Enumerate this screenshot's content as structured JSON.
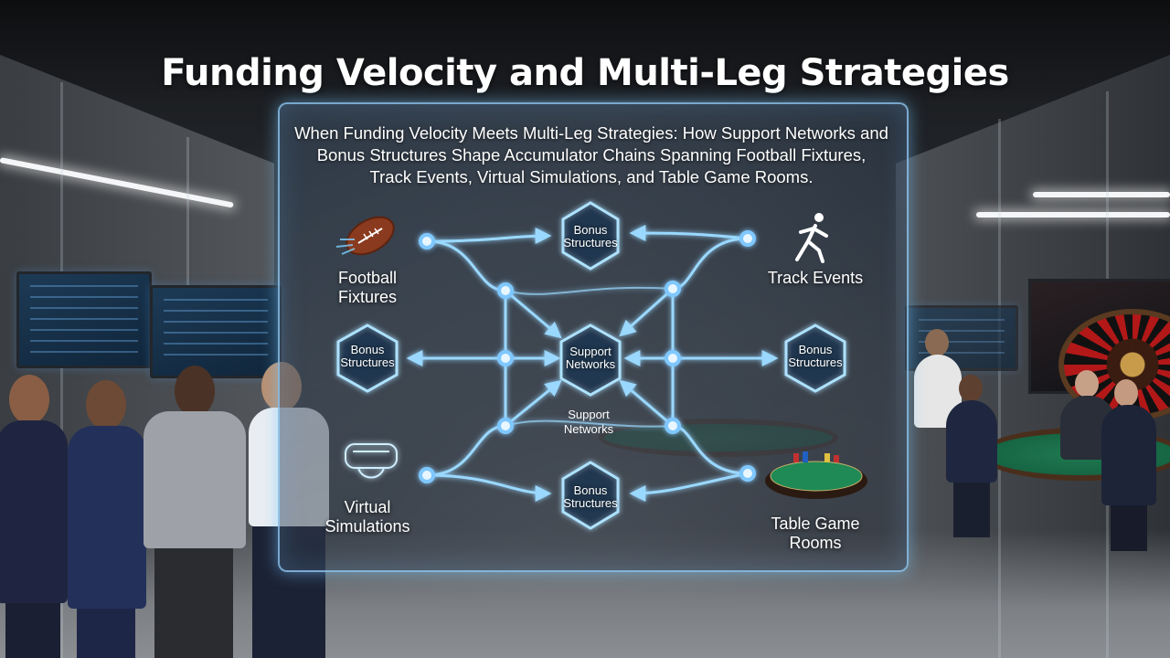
{
  "header": {
    "title": "Funding Velocity and Multi-Leg Strategies"
  },
  "panel": {
    "subtitle": "When Funding Velocity Meets Multi-Leg Strategies: How Support Networks and Bonus Structures Shape Accumulator Chains Spanning Football Fixtures, Track Events, Virtual Simulations, and Table Game Rooms."
  },
  "nodes": {
    "top_hex": "Bonus Structures",
    "left_hex": "Bonus Structures",
    "right_hex": "Bonus Structures",
    "bottom_hex": "Bonus Structures",
    "center_hex": "Support Networks",
    "center_caption": "Support Networks"
  },
  "categories": {
    "football": "Football Fixtures",
    "track": "Track Events",
    "virtual": "Virtual Simulations",
    "table": "Table Game Rooms"
  },
  "icons": {
    "football": "football-icon",
    "track": "runner-icon",
    "virtual": "vr-headset-icon",
    "table": "card-table-icon"
  },
  "colors": {
    "glow": "#7fd0ff",
    "line": "#9ad8ff",
    "hex_fill": "#1f3550",
    "node": "#7fc8ff"
  }
}
